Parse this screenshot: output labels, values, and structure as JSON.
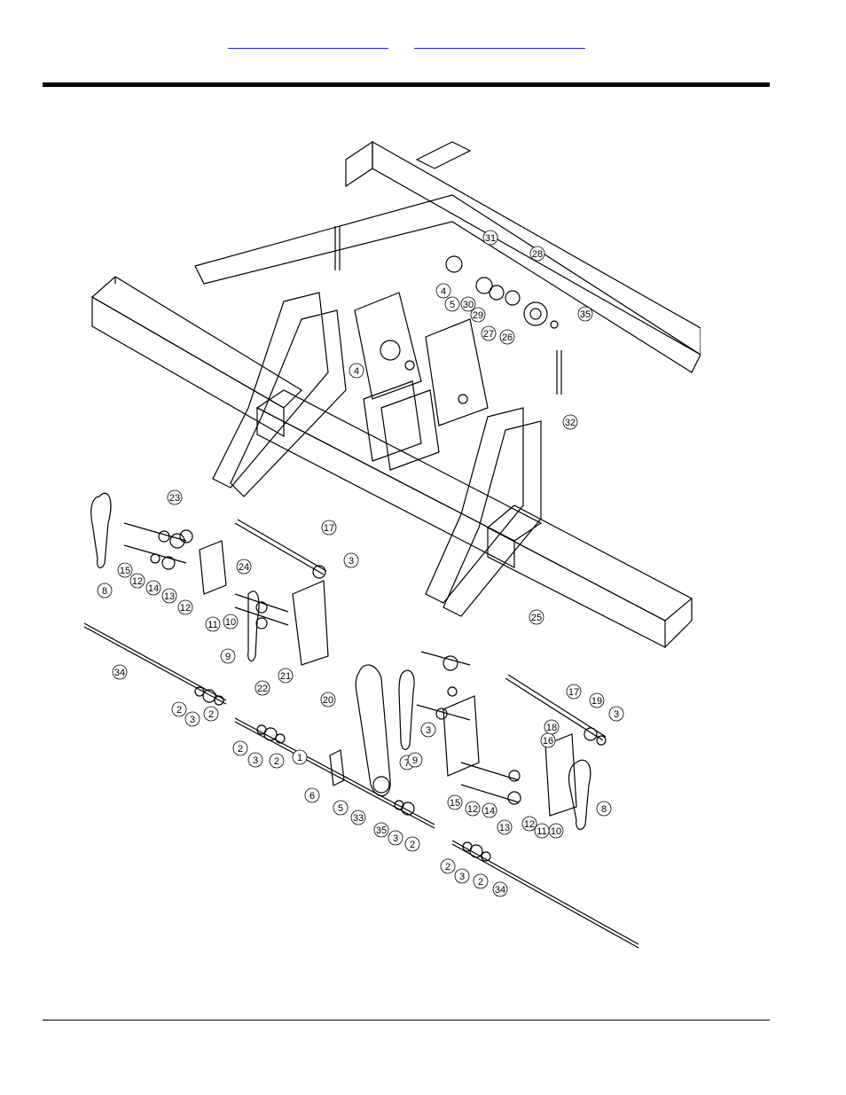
{
  "header": {
    "links": [
      "",
      ""
    ]
  },
  "callouts": [
    {
      "n": "31"
    },
    {
      "n": "28"
    },
    {
      "n": "4"
    },
    {
      "n": "5"
    },
    {
      "n": "30"
    },
    {
      "n": "29"
    },
    {
      "n": "27"
    },
    {
      "n": "26"
    },
    {
      "n": "35"
    },
    {
      "n": "4"
    },
    {
      "n": "32"
    },
    {
      "n": "23"
    },
    {
      "n": "17"
    },
    {
      "n": "3"
    },
    {
      "n": "24"
    },
    {
      "n": "15"
    },
    {
      "n": "12"
    },
    {
      "n": "14"
    },
    {
      "n": "13"
    },
    {
      "n": "12"
    },
    {
      "n": "8"
    },
    {
      "n": "11"
    },
    {
      "n": "10"
    },
    {
      "n": "9"
    },
    {
      "n": "25"
    },
    {
      "n": "22"
    },
    {
      "n": "21"
    },
    {
      "n": "20"
    },
    {
      "n": "34"
    },
    {
      "n": "2"
    },
    {
      "n": "3"
    },
    {
      "n": "2"
    },
    {
      "n": "2"
    },
    {
      "n": "3"
    },
    {
      "n": "2"
    },
    {
      "n": "1"
    },
    {
      "n": "6"
    },
    {
      "n": "5"
    },
    {
      "n": "33"
    },
    {
      "n": "35"
    },
    {
      "n": "3"
    },
    {
      "n": "2"
    },
    {
      "n": "7"
    },
    {
      "n": "9"
    },
    {
      "n": "3"
    },
    {
      "n": "17"
    },
    {
      "n": "19"
    },
    {
      "n": "3"
    },
    {
      "n": "18"
    },
    {
      "n": "16"
    },
    {
      "n": "15"
    },
    {
      "n": "12"
    },
    {
      "n": "14"
    },
    {
      "n": "13"
    },
    {
      "n": "12"
    },
    {
      "n": "11"
    },
    {
      "n": "10"
    },
    {
      "n": "8"
    },
    {
      "n": "2"
    },
    {
      "n": "3"
    },
    {
      "n": "2"
    },
    {
      "n": "34"
    }
  ]
}
